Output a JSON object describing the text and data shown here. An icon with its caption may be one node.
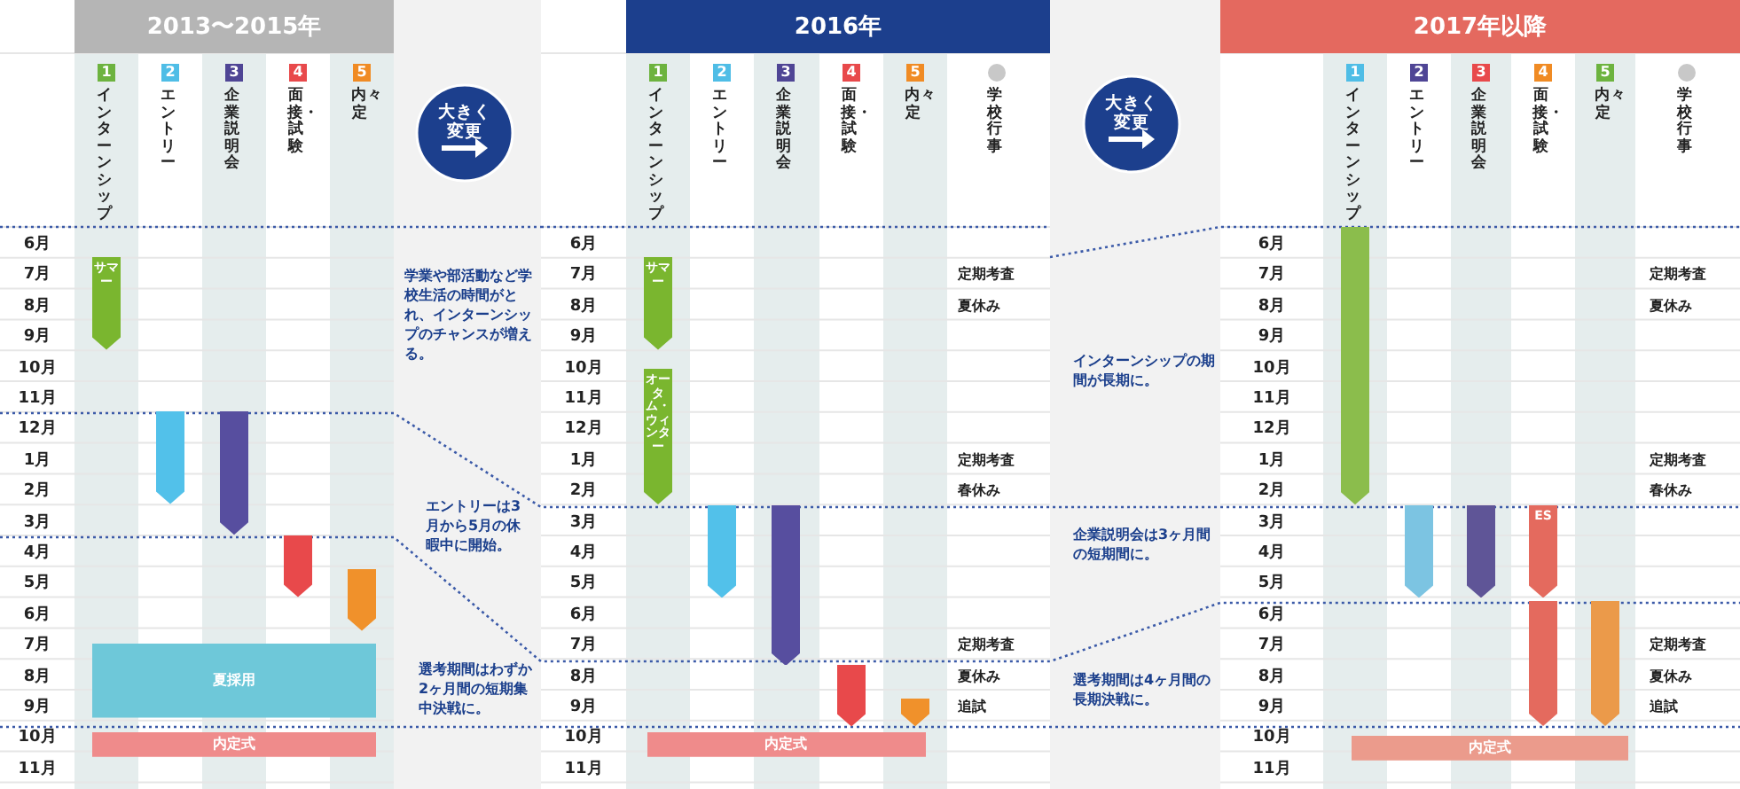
{
  "diagram": {
    "nodes": [
      {
        "text": [
          "2013〜2015年"
        ]
      },
      {
        "text": [
          "1"
        ],
        "beside": [
          "インターンシップ"
        ]
      },
      {
        "text": [
          "2"
        ],
        "beside": [
          "エントリー"
        ]
      },
      {
        "text": [
          "3"
        ],
        "beside": [
          "企業説明会"
        ]
      },
      {
        "text": [
          "4"
        ],
        "beside": [
          "面接・試験"
        ]
      },
      {
        "text": [
          "5"
        ],
        "beside": [
          "内々定"
        ]
      },
      {
        "text": [
          "大きく変更"
        ]
      },
      {
        "text": [
          "2016年"
        ]
      },
      {
        "text": [
          "1"
        ],
        "beside": [
          "インターンシップ"
        ]
      },
      {
        "text": [
          "2"
        ],
        "beside": [
          "エントリー"
        ]
      },
      {
        "text": [
          "3"
        ],
        "beside": [
          "企業説明会"
        ]
      },
      {
        "text": [
          "4"
        ],
        "beside": [
          "面接・試験"
        ]
      },
      {
        "text": [
          "5"
        ],
        "beside": [
          "内々定"
        ]
      },
      {
        "text": [],
        "shape": "circle",
        "beside": [
          "学校行事"
        ]
      },
      {
        "text": [
          "大きく変更"
        ]
      },
      {
        "text": [
          "2017年以降"
        ]
      },
      {
        "text": [
          "1"
        ],
        "beside": [
          "インターンシップ"
        ]
      },
      {
        "text": [
          "2"
        ],
        "beside": [
          "エントリー"
        ]
      },
      {
        "text": [
          "3"
        ],
        "beside": [
          "企業説明会"
        ]
      },
      {
        "text": [
          "4"
        ],
        "beside": [
          "面接・試験"
        ]
      },
      {
        "text": [
          "5"
        ],
        "beside": [
          "内々定"
        ]
      },
      {
        "text": [],
        "shape": "circle",
        "beside": [
          "学校行事"
        ]
      },
      {
        "text": [
          "サマー"
        ]
      },
      {
        "text": [],
        "shape": "bar"
      },
      {
        "text": [],
        "shape": "bar"
      },
      {
        "text": [],
        "shape": "bar"
      },
      {
        "text": [],
        "shape": "bar"
      },
      {
        "text": [
          "夏採用"
        ]
      },
      {
        "text": [
          "内定式"
        ]
      },
      {
        "text": [
          "サマー"
        ]
      },
      {
        "text": [
          "オータム・ウィンター"
        ]
      },
      {
        "text": [],
        "shape": "bar"
      },
      {
        "text": [],
        "shape": "bar"
      },
      {
        "text": [],
        "shape": "bar"
      },
      {
        "text": [],
        "shape": "bar"
      },
      {
        "text": [
          "内定式"
        ]
      },
      {
        "text": [],
        "shape": "bar"
      },
      {
        "text": [],
        "shape": "bar"
      },
      {
        "text": [],
        "shape": "bar"
      },
      {
        "text": [
          "ES"
        ]
      },
      {
        "text": [],
        "shape": "bar"
      },
      {
        "text": [],
        "shape": "bar"
      },
      {
        "text": [
          "内定式"
        ]
      }
    ],
    "labels": [
      "6月",
      "7月",
      "8月",
      "9月",
      "10月",
      "11月",
      "12月",
      "1月",
      "2月",
      "3月",
      "4月",
      "5月",
      "6月",
      "7月",
      "8月",
      "9月",
      "10月",
      "11月",
      "学業や部活動など学校生活の時間がとれ、インターンシップのチャンスが増える。",
      "エントリーは3月から5月の休暇中に開始。",
      "選考期間はわずか2ヶ月間の短期集中決戦に。",
      "6月",
      "7月",
      "8月",
      "9月",
      "10月",
      "11月",
      "12月",
      "1月",
      "2月",
      "3月",
      "4月",
      "5月",
      "6月",
      "7月",
      "8月",
      "9月",
      "10月",
      "11月",
      "定期考査",
      "夏休み",
      "定期考査",
      "春休み",
      "定期考査",
      "夏休み",
      "追試",
      "インターンシップの期間が長期に。",
      "企業説明会は3ヶ月間の短期間に。",
      "選考期間は4ヶ月間の長期決戦に。",
      "6月",
      "7月",
      "8月",
      "9月",
      "10月",
      "11月",
      "12月",
      "1月",
      "2月",
      "3月",
      "4月",
      "5月",
      "6月",
      "7月",
      "8月",
      "9月",
      "10月",
      "11月",
      "定期考査",
      "夏休み",
      "定期考査",
      "春休み",
      "定期考査",
      "夏休み",
      "追試"
    ]
  }
}
